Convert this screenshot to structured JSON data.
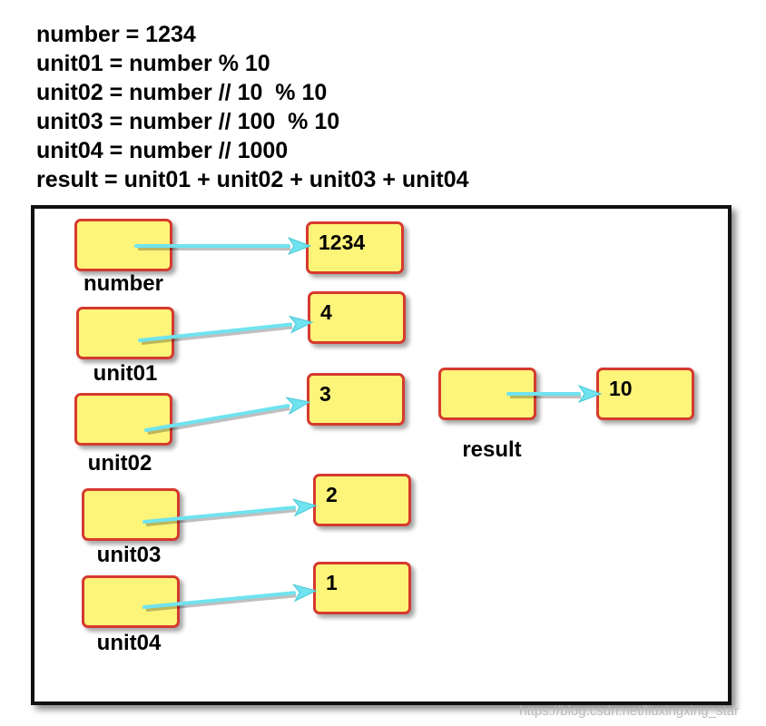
{
  "code": {
    "lines": [
      "number = 1234",
      "unit01 = number % 10",
      "unit02 = number // 10  % 10",
      "unit03 = number // 100  % 10",
      "unit04 = number // 1000",
      "result = unit01 + unit02 + unit03 + unit04"
    ]
  },
  "variables": [
    {
      "name": "number",
      "value": "1234"
    },
    {
      "name": "unit01",
      "value": "4"
    },
    {
      "name": "unit02",
      "value": "3"
    },
    {
      "name": "unit03",
      "value": "2"
    },
    {
      "name": "unit04",
      "value": "1"
    },
    {
      "name": "result",
      "value": "10"
    }
  ],
  "colors": {
    "box_fill": "#fdf47a",
    "box_border": "#d63a2f",
    "arrow": "#6fe3ef"
  },
  "watermark": "https://blog.csdn.net/liuxingxing_star"
}
